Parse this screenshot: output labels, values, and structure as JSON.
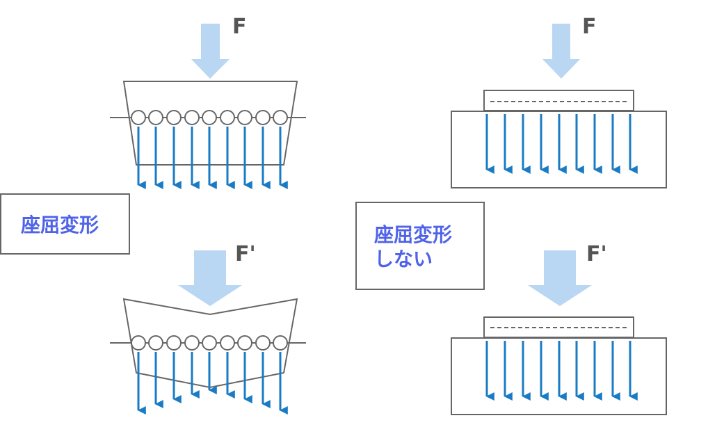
{
  "labels": {
    "force": "F",
    "force_after": "F'",
    "buckling": "座屈変形",
    "no_buckling_line1": "座屈変形",
    "no_buckling_line2": "しない"
  },
  "colors": {
    "big_arrow": "#b9d6f3",
    "flow_arrow": "#1a7bc4",
    "outline": "#666666",
    "label_text": "#555555",
    "case_text": "#4f63e8"
  }
}
